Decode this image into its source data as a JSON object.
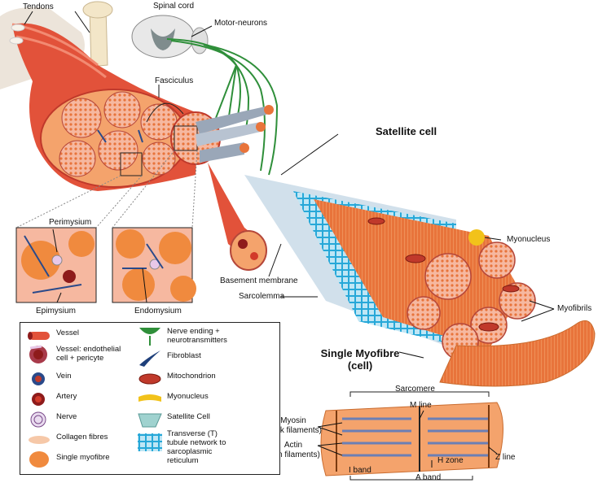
{
  "labels": {
    "tendons": "Tendons",
    "spinal_cord": "Spinal cord",
    "motor_neurons": "Motor-neurons",
    "fasciculus": "Fasciculus",
    "satellite_cell": "Satellite cell",
    "myonucleus": "Myonucleus",
    "basement_membrane": "Basement membrane",
    "sarcolemma": "Sarcolemma",
    "myofibrils": "Myofibrils",
    "single_myofibre_line1": "Single Myofibre",
    "single_myofibre_line2": "(cell)",
    "perimysium": "Perimysium",
    "epimysium": "Epimysium",
    "endomysium": "Endomysium",
    "sarcomere": "Sarcomere",
    "m_line": "M line",
    "myosin_line1": "Myosin",
    "myosin_line2": "(thick filaments)",
    "actin_line1": "Actin",
    "actin_line2": "(thin filaments)",
    "h_zone": "H zone",
    "z_line": "Z line",
    "i_band": "I band",
    "a_band": "A band"
  },
  "legend": {
    "vessel": "Vessel",
    "vessel_endo_l1": "Vessel: endothelial",
    "vessel_endo_l2": "cell + pericyte",
    "vein": "Vein",
    "artery": "Artery",
    "nerve": "Nerve",
    "collagen": "Collagen fibres",
    "single_myofibre": "Single myofibre",
    "nerve_ending_l1": "Nerve ending +",
    "nerve_ending_l2": "neurotransmitters",
    "fibroblast": "Fibroblast",
    "mitochondrion": "Mitochondrion",
    "myonucleus": "Myonucleus",
    "satellite": "Satellite Cell",
    "ttubule_l1": "Transverse (T)",
    "ttubule_l2": "tubule network to",
    "ttubule_l3": "sarcoplasmic",
    "ttubule_l4": "reticulum"
  },
  "colors": {
    "muscle": "#e8743b",
    "muscle_light": "#f4a36c",
    "tissue_pink": "#f6b8a0",
    "vessel_red": "#d23a2a",
    "dark_red": "#8e1b1b",
    "vein_blue": "#2a4a8a",
    "nerve_green": "#2f8f3a",
    "ttubule_cyan": "#27a8d8",
    "sarcolemma": "#c9dbe8",
    "myonucleus_yellow": "#f2c21a",
    "fibroblast": "#1e3f7a"
  }
}
